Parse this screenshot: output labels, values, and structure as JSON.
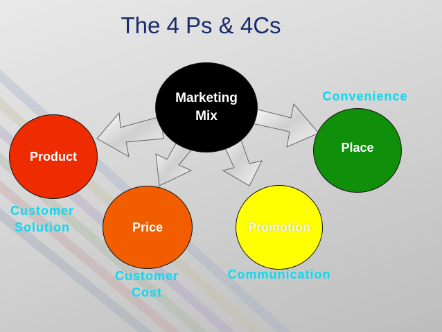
{
  "title": "The 4 Ps & 4Cs",
  "center": {
    "line1": "Marketing",
    "line2": "Mix"
  },
  "ps": {
    "product": "Product",
    "price": "Price",
    "promotion": "Promotion",
    "place": "Place"
  },
  "cs": {
    "customer_solution": {
      "line1": "Customer",
      "line2": "Solution"
    },
    "customer_cost": {
      "line1": "Customer",
      "line2": "Cost"
    },
    "communication": "Communication",
    "convenience": "Convenience"
  },
  "colors": {
    "title": "#1a2b6b",
    "center": "#000000",
    "product": "#ee2c00",
    "price": "#f25d00",
    "promotion": "#ffff00",
    "place": "#0f8f0a",
    "c_labels": "#18d4ea"
  }
}
